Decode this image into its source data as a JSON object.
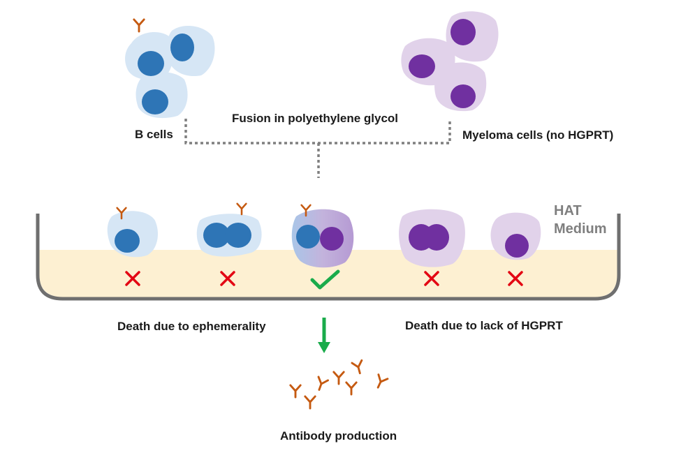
{
  "labels": {
    "b_cells": "B cells",
    "fusion": "Fusion in polyethylene glycol",
    "myeloma": "Myeloma cells (no HGPRT)",
    "hat_line1": "HAT",
    "hat_line2": "Medium",
    "death_ephemerality": "Death due to ephemerality",
    "death_hgprt": "Death due to lack of HGPRT",
    "antibody_production": "Antibody production"
  },
  "colors": {
    "b_cell_body": "#d6e6f5",
    "b_cell_nucleus": "#2e75b6",
    "myeloma_body": "#e1d2ea",
    "myeloma_nucleus": "#7030a0",
    "antibody": "#c55a11",
    "medium_fill": "#fdf0d2",
    "dish_stroke": "#6f6f6f",
    "cross": "#e30613",
    "check": "#1aab4b",
    "arrow": "#1aab4b",
    "connector": "#7f7f7f"
  },
  "outcomes": [
    {
      "cell": "b-cell",
      "result": "cross"
    },
    {
      "cell": "b-b-fusion",
      "result": "cross"
    },
    {
      "cell": "hybridoma",
      "result": "check"
    },
    {
      "cell": "myeloma-myeloma-fusion",
      "result": "cross"
    },
    {
      "cell": "myeloma-cell",
      "result": "cross"
    }
  ]
}
